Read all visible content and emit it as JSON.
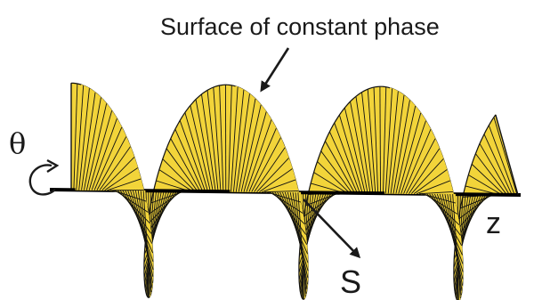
{
  "labels": {
    "title": "Surface of constant phase",
    "theta": "θ",
    "z": "z",
    "s": "S"
  },
  "colors": {
    "surface_fill": "#f2d43a",
    "surface_line": "#111111",
    "axis": "#000000",
    "text": "#1a1a1a"
  },
  "icons": {
    "rotation": "curved-arrow-icon",
    "pointer": "straight-arrow-icon"
  }
}
